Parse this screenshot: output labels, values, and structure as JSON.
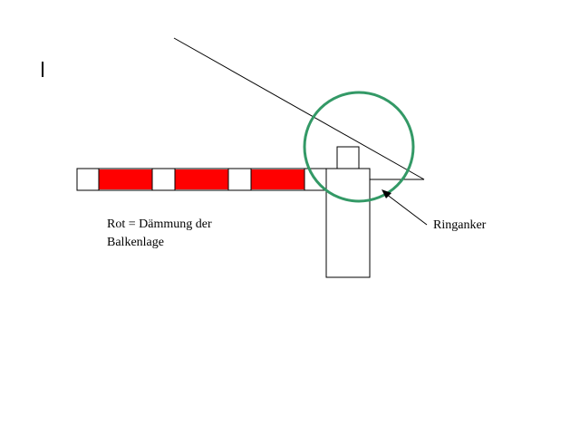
{
  "diagram": {
    "caption_line1": "Rot = Dämmung der",
    "caption_line2": "Balkenlage",
    "ring_label": "Ringanker"
  },
  "colors": {
    "insulation": "#ff0000",
    "highlight_circle": "#339966",
    "outline": "#000000",
    "background": "#ffffff"
  }
}
